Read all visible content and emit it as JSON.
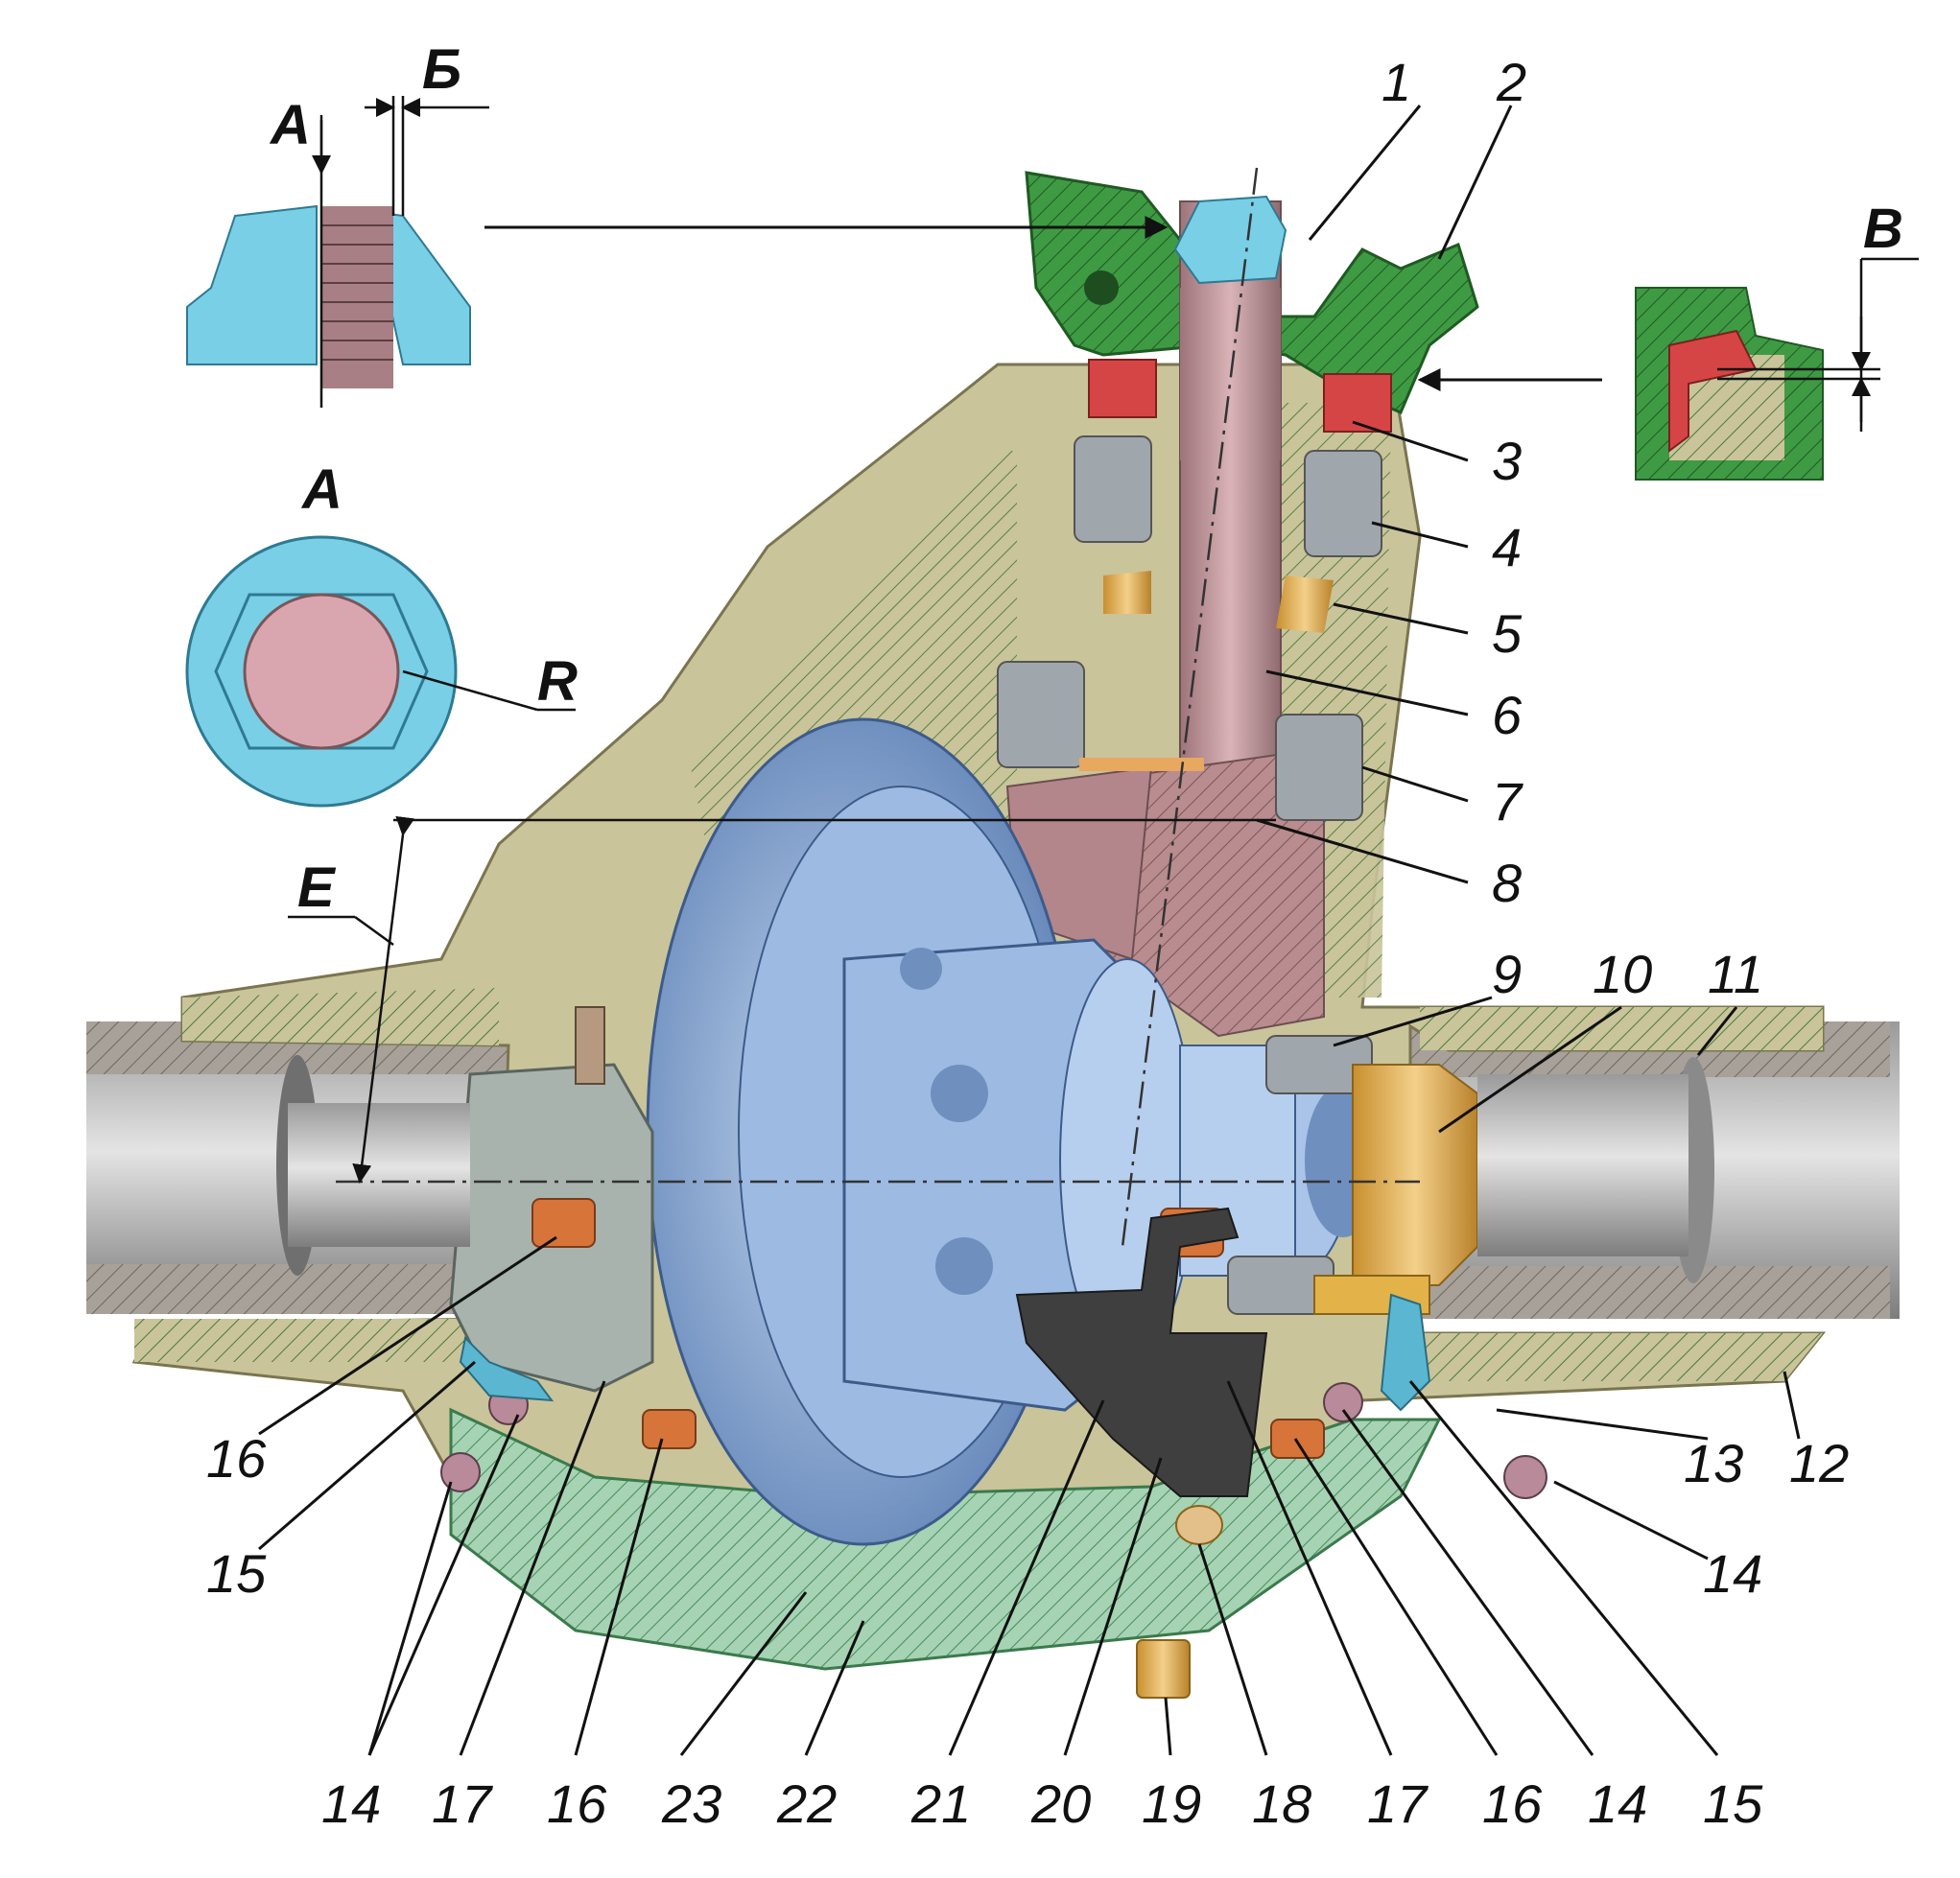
{
  "letters": {
    "a_top": "A",
    "b_top": "Б",
    "a_view": "A",
    "r": "R",
    "e": "E",
    "v": "В"
  },
  "callouts": [
    "1",
    "2",
    "3",
    "4",
    "5",
    "6",
    "7",
    "8",
    "9",
    "10",
    "11",
    "12",
    "13",
    "14",
    "15",
    "16",
    "17",
    "18",
    "19",
    "20",
    "21",
    "22",
    "23"
  ],
  "bottom_labels": [
    "14",
    "17",
    "16",
    "23",
    "22",
    "21",
    "20",
    "19",
    "18",
    "17",
    "16",
    "14",
    "15"
  ],
  "left_labels": [
    "16",
    "15"
  ],
  "right_labels": [
    "13",
    "12",
    "14"
  ],
  "colors": {
    "housing": "#c9c49a",
    "housing_dark": "#8e8a62",
    "flange": "#3f9a44",
    "nut": "#79cfe6",
    "shaft": "#c79aa0",
    "ring_gear": "#8fb0da",
    "bearing": "#9fa7ad",
    "seal": "#d64545",
    "brass": "#d9a640",
    "cover": "#a5d3b4",
    "axle_tube": "#bdbdbd"
  },
  "icons": [
    "hatch-pattern",
    "arrow-icon"
  ]
}
